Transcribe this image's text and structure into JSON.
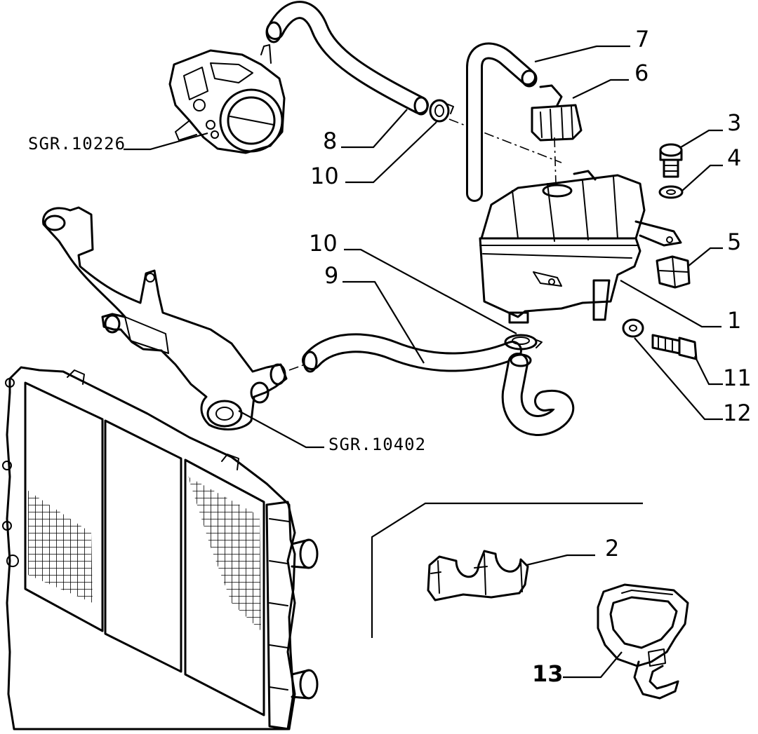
{
  "callouts": {
    "c7": "7",
    "c6": "6",
    "c3": "3",
    "c4": "4",
    "c8": "8",
    "c10a": "10",
    "c10b": "10",
    "c9": "9",
    "c5": "5",
    "c1": "1",
    "c11": "11",
    "c12": "12",
    "c2": "2",
    "c13": "13"
  },
  "references": {
    "throttle_body": "SGR.10226",
    "water_pipe": "SGR.10402"
  }
}
